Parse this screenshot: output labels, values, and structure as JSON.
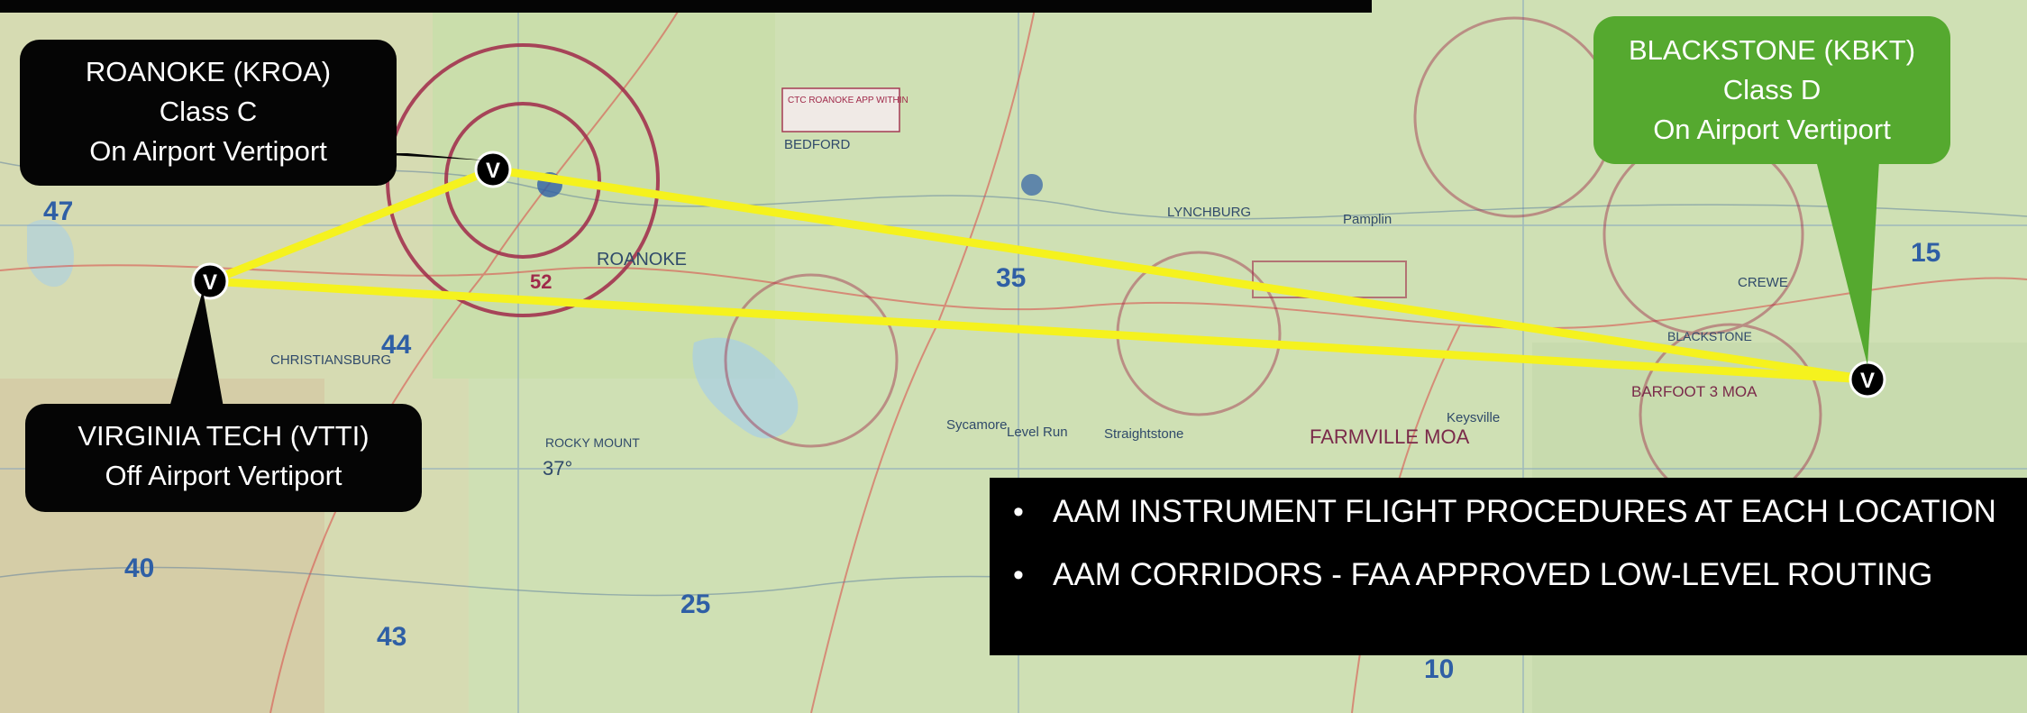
{
  "callouts": {
    "roanoke": [
      "ROANOKE (KROA)",
      "Class C",
      "On Airport Vertiport"
    ],
    "vtti": [
      "VIRGINIA TECH (VTTI)",
      "Off Airport Vertiport"
    ],
    "blackstone": [
      "BLACKSTONE (KBKT)",
      "Class D",
      "On Airport Vertiport"
    ]
  },
  "vertiport_symbol": "V",
  "route_color": "#f5f21e",
  "callout_colors": {
    "dark": "#050505",
    "green": "#55a92f"
  },
  "notes": [
    "AAM INSTRUMENT FLIGHT PROCEDURES AT EACH LOCATION",
    "AAM CORRIDORS - FAA APPROVED LOW-LEVEL ROUTING"
  ],
  "map_labels": {
    "roanoke": "ROANOKE",
    "farmville_moa": "FARMVILLE MOA",
    "barfoot_moa": "BARFOOT 3 MOA",
    "christiansburg": "CHRISTIANSBURG",
    "rocky_mount": "ROCKY MOUNT",
    "level_run": "Level Run",
    "sycamore": "Sycamore",
    "straightstone": "Straightstone",
    "keysville": "Keysville",
    "bedford": "BEDFORD",
    "lynchburg": "LYNCHBURG",
    "pamplin": "Pamplin",
    "crewe": "CREWE",
    "blackstone": "BLACKSTONE",
    "ctc_box": "CTC ROANOKE APP WITHIN",
    "lat_37": "37°",
    "grid_47": "47",
    "grid_44": "44",
    "grid_43": "43",
    "grid_40": "40",
    "grid_35": "35",
    "grid_25": "25",
    "grid_15": "15",
    "grid_10": "10",
    "grid_52": "52"
  }
}
